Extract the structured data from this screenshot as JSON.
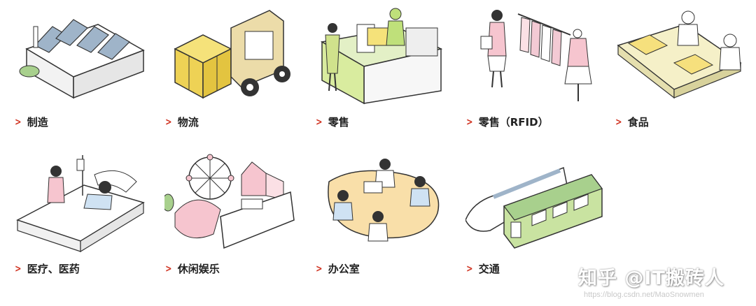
{
  "categories": [
    {
      "key": "manufacturing",
      "label": "制造",
      "icon": "factory-icon"
    },
    {
      "key": "logistics",
      "label": "物流",
      "icon": "forklift-icon"
    },
    {
      "key": "retail",
      "label": "零售",
      "icon": "checkout-counter-icon"
    },
    {
      "key": "retail_rfid",
      "label": "零售（RFID）",
      "icon": "clothing-rack-icon"
    },
    {
      "key": "food",
      "label": "食品",
      "icon": "food-processing-icon"
    },
    {
      "key": "medical",
      "label": "医疗、医药",
      "icon": "hospital-bed-icon"
    },
    {
      "key": "leisure",
      "label": "休闲娱乐",
      "icon": "amusement-park-icon"
    },
    {
      "key": "office",
      "label": "办公室",
      "icon": "meeting-table-icon"
    },
    {
      "key": "transport",
      "label": "交通",
      "icon": "train-icon"
    }
  ],
  "watermark": {
    "main": "知乎 @IT搬砖人",
    "sub": "https://blog.csdn.net/MaoSnowmen"
  },
  "colors": {
    "accent": "#d0311f",
    "illustration_green": "#a8d08d",
    "illustration_yellow": "#f4e27a"
  }
}
